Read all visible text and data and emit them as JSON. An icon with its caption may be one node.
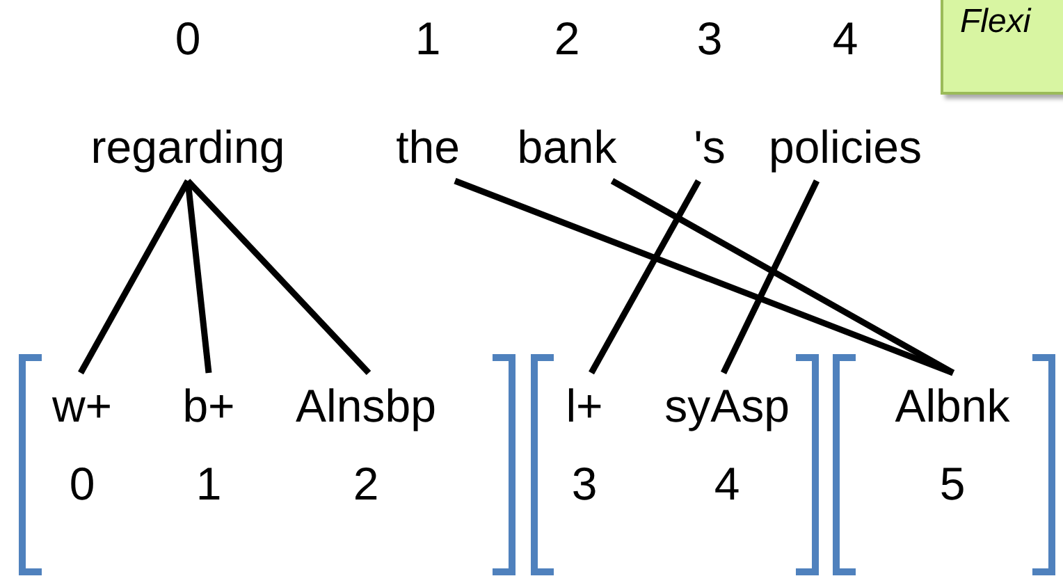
{
  "diagram": {
    "nodes": [
      {
        "text": [
          "regarding"
        ],
        "beside": [
          "0"
        ]
      },
      {
        "text": [
          "the"
        ],
        "beside": [
          "1"
        ]
      },
      {
        "text": [
          "bank"
        ],
        "beside": [
          "2"
        ]
      },
      {
        "text": [
          "'s"
        ],
        "beside": [
          "3"
        ]
      },
      {
        "text": [
          "policies"
        ],
        "beside": [
          "4"
        ]
      },
      {
        "text": [
          "Flexi"
        ]
      },
      {
        "text": [],
        "shape": "bracket"
      },
      {
        "text": [
          "w+"
        ],
        "beside": [
          "0"
        ],
        "in": 6
      },
      {
        "text": [
          "b+"
        ],
        "beside": [
          "1"
        ],
        "in": 6
      },
      {
        "text": [
          "Alnsbp"
        ],
        "beside": [
          "2"
        ],
        "in": 6
      },
      {
        "text": [],
        "shape": "bracket"
      },
      {
        "text": [
          "l+"
        ],
        "beside": [
          "3"
        ],
        "in": 10
      },
      {
        "text": [
          "syAsp"
        ],
        "beside": [
          "4"
        ],
        "in": 10
      },
      {
        "text": [],
        "shape": "bracket"
      },
      {
        "text": [
          "Albnk"
        ],
        "beside": [
          "5"
        ],
        "in": 13
      }
    ],
    "edges": [
      {
        "from": 0,
        "to": 7,
        "arrow": "none"
      },
      {
        "from": 0,
        "to": 8,
        "arrow": "none"
      },
      {
        "from": 0,
        "to": 9,
        "arrow": "none"
      },
      {
        "from": 1,
        "to": 14,
        "arrow": "none"
      },
      {
        "from": 2,
        "to": 14,
        "arrow": "none"
      },
      {
        "from": 3,
        "to": 11,
        "arrow": "none"
      },
      {
        "from": 4,
        "to": 12,
        "arrow": "none"
      }
    ]
  }
}
